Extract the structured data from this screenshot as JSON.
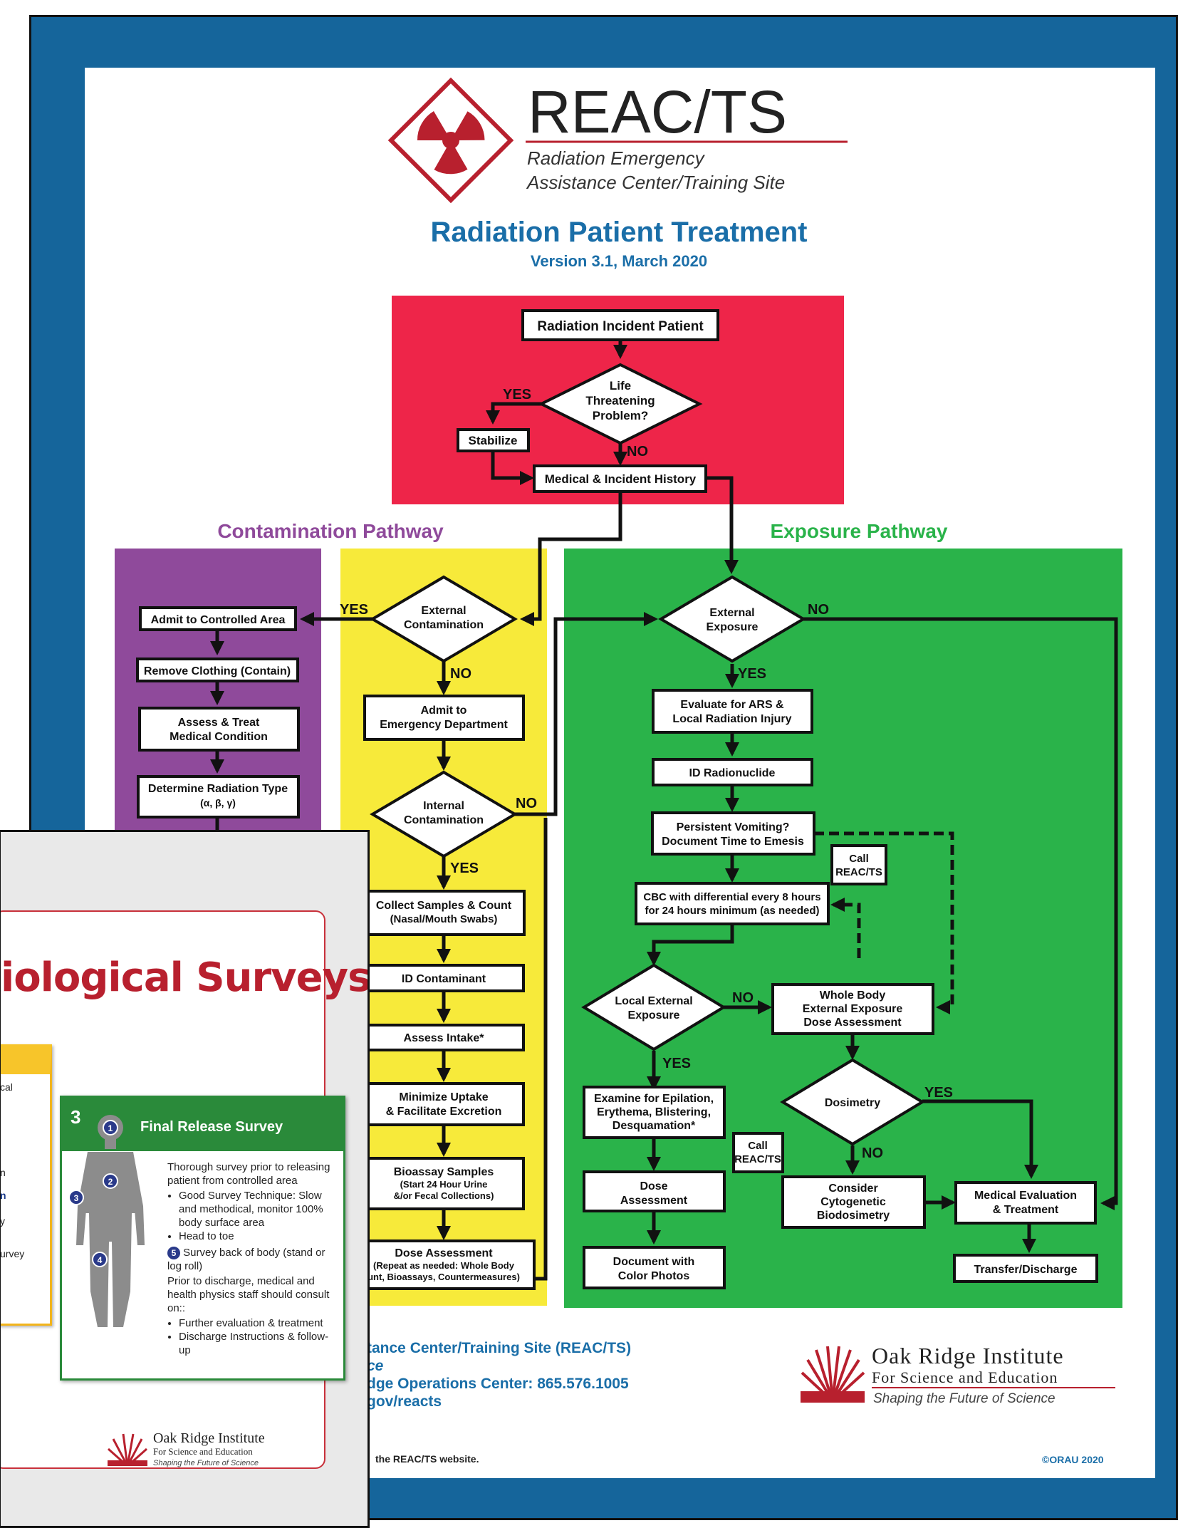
{
  "header": {
    "logo_name": "REAC/TS",
    "logo_sub1": "Radiation Emergency",
    "logo_sub2": "Assistance Center/Training Site",
    "title": "Radiation Patient Treatment",
    "version": "Version 3.1, March 2020"
  },
  "sections": {
    "contamination": "Contamination Pathway",
    "exposure": "Exposure Pathway"
  },
  "nodes": {
    "incident": "Radiation Incident Patient",
    "life1": "Life",
    "life2": "Threatening",
    "life3": "Problem?",
    "stabilize": "Stabilize",
    "history": "Medical & Incident History",
    "extcont1": "External",
    "extcont2": "Contamination",
    "admit_ca": "Admit to Controlled Area",
    "remove": "Remove Clothing (Contain)",
    "assess1": "Assess & Treat",
    "assess2": "Medical Condition",
    "radtype1": "Determine Radiation Type",
    "radtype2": "(α, β, γ)",
    "admit_ed1": "Admit to",
    "admit_ed2": "Emergency Department",
    "intcont1": "Internal",
    "intcont2": "Contamination",
    "collect1": "Collect Samples & Count",
    "collect2": "(Nasal/Mouth Swabs)",
    "idcont": "ID Contaminant",
    "intake": "Assess Intake*",
    "minimize1": "Minimize Uptake",
    "minimize2": "& Facilitate Excretion",
    "bio1": "Bioassay Samples",
    "bio2": "(Start 24 Hour Urine",
    "bio3": "&/or Fecal Collections)",
    "dose_c1": "Dose Assessment",
    "dose_c2": "(Repeat as needed: Whole Body",
    "dose_c3": "unt, Bioassays, Countermeasures)",
    "extexp1": "External",
    "extexp2": "Exposure",
    "ars1": "Evaluate for ARS &",
    "ars2": "Local Radiation Injury",
    "idrad": "ID Radionuclide",
    "vomit1": "Persistent Vomiting?",
    "vomit2": "Document Time to Emesis",
    "call1": "Call",
    "call2": "REAC/TS",
    "cbc1": "CBC with differential every 8 hours",
    "cbc2": "for 24 hours minimum (as needed)",
    "local1": "Local External",
    "local2": "Exposure",
    "whole1": "Whole Body",
    "whole2": "External Exposure",
    "whole3": "Dose Assessment",
    "exam1": "Examine for Epilation,",
    "exam2": "Erythema, Blistering,",
    "exam3": "Desquamation*",
    "dosimetry": "Dosimetry",
    "dosea1": "Dose",
    "dosea2": "Assessment",
    "consider1": "Consider",
    "consider2": "Cytogenetic",
    "consider3": "Biodosimetry",
    "medeval1": "Medical Evaluation",
    "medeval2": "& Treatment",
    "photos1": "Document with",
    "photos2": "Color Photos",
    "transfer": "Transfer/Discharge"
  },
  "labels": {
    "yes": "YES",
    "no": "NO"
  },
  "card": {
    "title": "iological Surveys",
    "yellow_items": [
      "cal",
      "n",
      "n",
      "y",
      "urvey"
    ],
    "step_number": "3",
    "step_title": "Final Release Survey",
    "para1": "Thorough survey prior to releasing patient from controlled area",
    "bullet1": "Good Survey Technique: Slow and methodical, monitor 100% body surface area",
    "bullet2": "Head to toe",
    "step5": "Survey back of body (stand or log roll)",
    "para2": "Prior to discharge, medical and health physics staff should consult on::",
    "bullet3": "Further evaluation & treatment",
    "bullet4": "Discharge Instructions & follow-up",
    "marker1": "1",
    "marker2": "2",
    "marker3": "3",
    "marker4": "4",
    "marker5": "5",
    "orise_name": "Oak Ridge Institute",
    "orise_sub": "For Science and Education",
    "orise_tag": "Shaping the Future of Science"
  },
  "footer": {
    "line1": "tance Center/Training Site (REAC/TS)",
    "line2": "ce",
    "line3": "dge Operations Center: 865.576.1005",
    "line4": "gov/reacts",
    "note": "the REAC/TS website.",
    "copyright": "©ORAU 2020"
  },
  "orise": {
    "name": "Oak Ridge Institute",
    "sub": "For Science and Education",
    "tag": "Shaping the Future of Science"
  },
  "colors": {
    "frame": "#15659b",
    "red_zone": "#ee2549",
    "purple_zone": "#8f4a9b",
    "yellow_zone": "#f7ea3a",
    "green_zone": "#2ab34a",
    "title_blue": "#1a6ea8",
    "contamination_purple": "#8f4a9b",
    "exposure_green": "#2ab34a"
  }
}
